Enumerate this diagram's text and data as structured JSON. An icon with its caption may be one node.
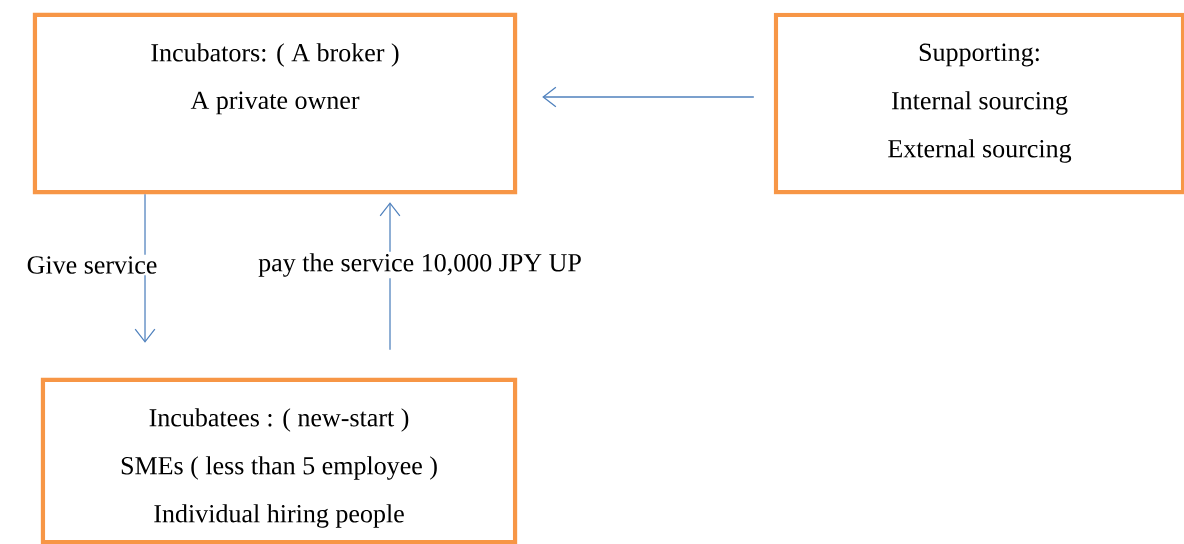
{
  "diagram": {
    "nodes": [
      {
        "text": [
          "Incubators:  ( A broker )",
          "A private owner"
        ]
      },
      {
        "text": [
          "Supporting:",
          "Internal sourcing",
          "External sourcing"
        ]
      },
      {
        "text": [
          "Incubatees : ( new-start )",
          "SMEs ( less than 5 employee )",
          "Individual hiring people"
        ]
      }
    ],
    "edges": [
      {
        "from": 1,
        "to": 0,
        "arrow": "to"
      },
      {
        "from": 0,
        "to": 2,
        "arrow": "to",
        "label": "Give service"
      },
      {
        "from": 2,
        "to": 0,
        "arrow": "to",
        "label": "pay the service 10,000 JPY UP"
      }
    ]
  }
}
